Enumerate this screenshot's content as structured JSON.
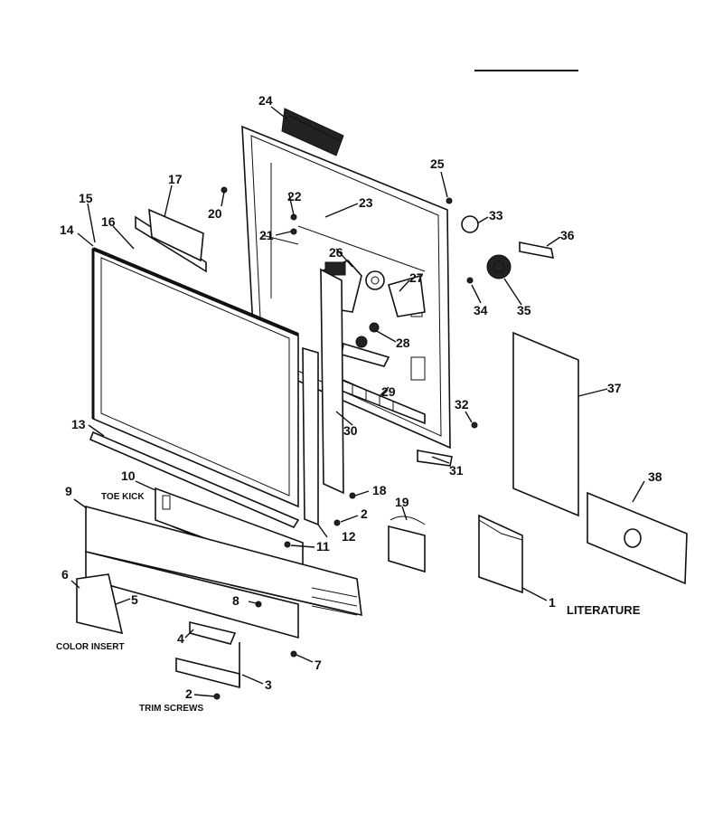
{
  "callouts": [
    "1",
    "2",
    "3",
    "4",
    "5",
    "6",
    "7",
    "8",
    "9",
    "10",
    "11",
    "12",
    "13",
    "14",
    "15",
    "16",
    "17",
    "18",
    "19",
    "20",
    "21",
    "22",
    "23",
    "24",
    "25",
    "26",
    "27",
    "28",
    "29",
    "30",
    "31",
    "32",
    "33",
    "34",
    "35",
    "36",
    "37",
    "38"
  ],
  "captions": {
    "toe_kick": "TOE KICK",
    "color_insert": "COLOR INSERT",
    "trim_screws": "TRIM SCREWS",
    "literature": "LITERATURE"
  }
}
